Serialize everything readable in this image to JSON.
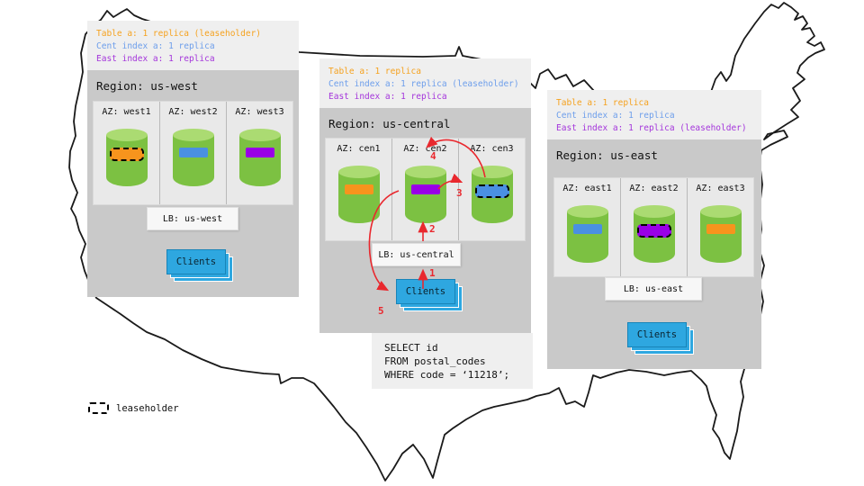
{
  "colors": {
    "red": "#E9282E",
    "map_outline": "#1A1A1A",
    "orange_replica": "#F7941D",
    "blue_replica": "#4A90E2",
    "purple_replica": "#9900E6",
    "orange_text": "#F5A21F",
    "blue_text": "#6D9EEB",
    "purple_text": "#A435DB",
    "clients_blue": "#2EA7E0",
    "cylinder_green": "#7CC142",
    "cylinder_top_green": "#ABDB72"
  },
  "regions": [
    {
      "name": "us-west",
      "title": "Region: us-west",
      "legend": [
        {
          "text": "Table a: 1 replica (leaseholder)",
          "color": "#F5A21F"
        },
        {
          "text": "Cent index a: 1 replica",
          "color": "#6D9EEB"
        },
        {
          "text": "East index a: 1 replica",
          "color": "#A435DB"
        }
      ],
      "azs": [
        {
          "label": "AZ: west1",
          "bar_color": "#F7941D",
          "leaseholder": true
        },
        {
          "label": "AZ: west2",
          "bar_color": "#4A90E2",
          "leaseholder": false
        },
        {
          "label": "AZ: west3",
          "bar_color": "#9900E6",
          "leaseholder": false
        }
      ],
      "lb": "LB: us-west",
      "clients": "Clients"
    },
    {
      "name": "us-central",
      "title": "Region: us-central",
      "legend": [
        {
          "text": "Table a: 1 replica",
          "color": "#F5A21F"
        },
        {
          "text": "Cent index a: 1 replica (leaseholder)",
          "color": "#6D9EEB"
        },
        {
          "text": "East index a: 1 replica",
          "color": "#A435DB"
        }
      ],
      "azs": [
        {
          "label": "AZ: cen1",
          "bar_color": "#F7941D",
          "leaseholder": false
        },
        {
          "label": "AZ: cen2",
          "bar_color": "#9900E6",
          "leaseholder": false
        },
        {
          "label": "AZ: cen3",
          "bar_color": "#4A90E2",
          "leaseholder": true
        }
      ],
      "lb": "LB: us-central",
      "clients": "Clients"
    },
    {
      "name": "us-east",
      "title": "Region: us-east",
      "legend": [
        {
          "text": "Table a: 1 replica",
          "color": "#F5A21F"
        },
        {
          "text": "Cent index a: 1 replica",
          "color": "#6D9EEB"
        },
        {
          "text": "East index a: 1 replica (leaseholder)",
          "color": "#A435DB"
        }
      ],
      "azs": [
        {
          "label": "AZ: east1",
          "bar_color": "#4A90E2",
          "leaseholder": false
        },
        {
          "label": "AZ: east2",
          "bar_color": "#9900E6",
          "leaseholder": true
        },
        {
          "label": "AZ: east3",
          "bar_color": "#F7941D",
          "leaseholder": false
        }
      ],
      "lb": "LB: us-east",
      "clients": "Clients"
    }
  ],
  "query": {
    "lines": [
      "SELECT id",
      "FROM postal_codes",
      "WHERE code = ‘11218’;"
    ]
  },
  "flow_steps": [
    "1",
    "2",
    "3",
    "4",
    "5"
  ],
  "key": {
    "symbol": "dashed-outline",
    "label": "leaseholder"
  }
}
